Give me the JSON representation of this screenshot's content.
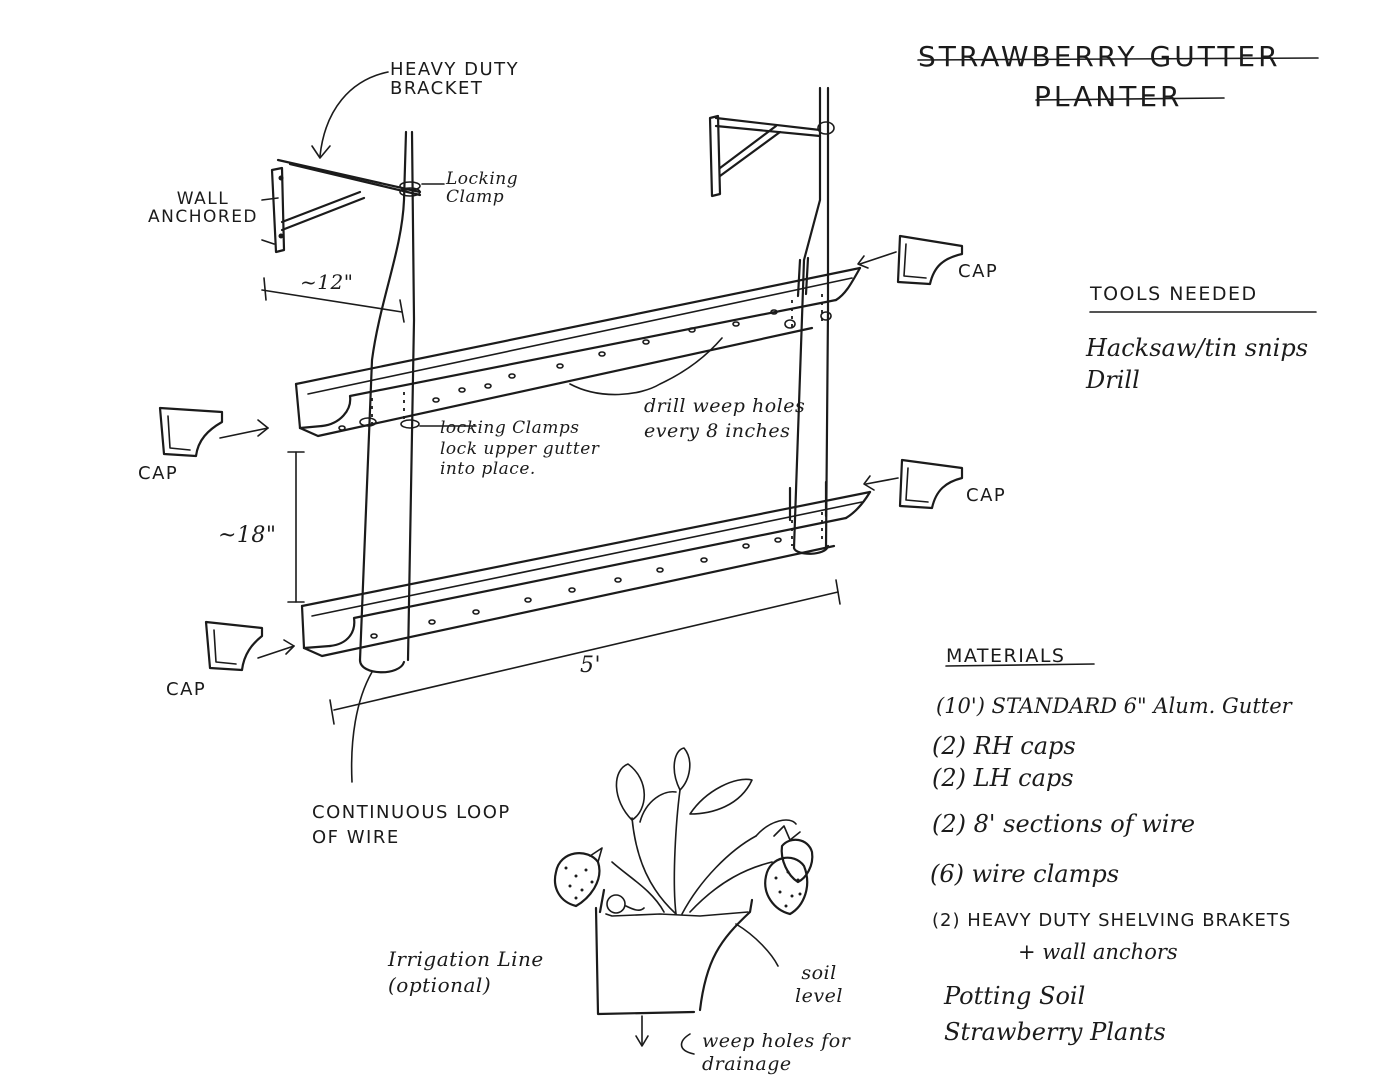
{
  "title": {
    "line1": "STRAWBERRY GUTTER",
    "line2": "PLANTER"
  },
  "labels": {
    "heavy_duty_bracket": "HEAVY DUTY BRACKET",
    "wall_anchored": "WALL ANCHORED",
    "locking_clamp": "Locking Clamp",
    "dim_12": "~12\"",
    "dim_18": "~18\"",
    "dim_5": "5'",
    "cap_upper_right": "CAP",
    "cap_upper_left": "CAP",
    "cap_lower_right": "CAP",
    "cap_lower_left": "CAP",
    "locking_clamps_note": "locking Clamps lock upper gutter into place.",
    "drill_weep_holes": "drill weep holes every 8 inches",
    "continuous_loop": "CONTINUOUS LOOP OF WIRE",
    "irrigation_line": "Irrigation Line (optional)",
    "soil_level": "soil level",
    "weep_holes_drainage": "weep holes for drainage"
  },
  "tools": {
    "heading": "TOOLS NEEDED",
    "items": [
      "Hacksaw/tin snips",
      "Drill"
    ]
  },
  "materials": {
    "heading": "MATERIALS",
    "items": [
      "(10') STANDARD 6\" Alum. Gutter",
      "(2) RH caps",
      "(2) LH caps",
      "(2) 8' sections of wire",
      "(6) wire clamps",
      "(2) HEAVY DUTY SHELVING BRAKETS",
      "+ wall anchors",
      "Potting Soil",
      "Strawberry Plants"
    ]
  }
}
